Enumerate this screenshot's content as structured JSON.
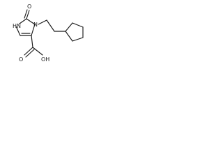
{
  "molecule": {
    "labels": {
      "nh": "HN",
      "ring_n": "N",
      "carbonyl_o": "O",
      "acid_o": "O",
      "acid_oh": "OH"
    }
  }
}
